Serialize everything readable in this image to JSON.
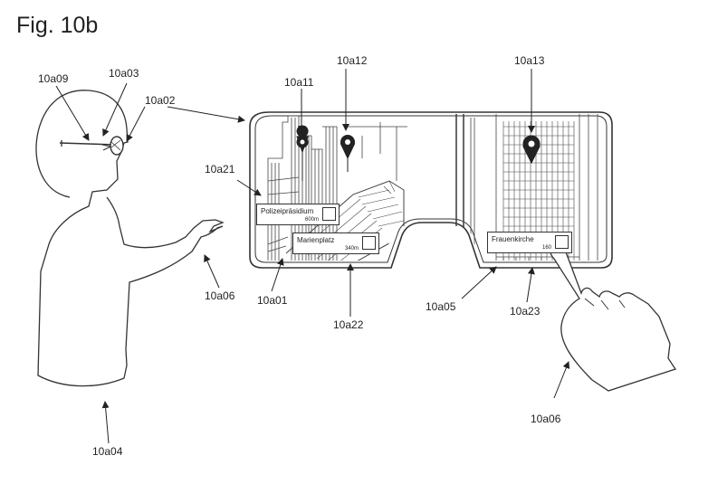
{
  "figure": {
    "title": "Fig. 10b"
  },
  "references": {
    "r10a09": "10a09",
    "r10a03": "10a03",
    "r10a02": "10a02",
    "r10a11": "10a11",
    "r10a12": "10a12",
    "r10a13": "10a13",
    "r10a21": "10a21",
    "r10a06_left": "10a06",
    "r10a01": "10a01",
    "r10a22": "10a22",
    "r10a05": "10a05",
    "r10a23": "10a23",
    "r10a06_right": "10a06",
    "r10a04": "10a04"
  },
  "cards": {
    "polizei": {
      "name": "Polizeipräsidium",
      "distance": "600m"
    },
    "marien": {
      "name": "Marienplatz",
      "distance": "340m"
    },
    "frauen": {
      "name": "Frauenkirche",
      "distance": "160"
    }
  },
  "icons": [
    "map-pin-icon",
    "pointing-hand-icon",
    "smart-glasses-icon"
  ]
}
